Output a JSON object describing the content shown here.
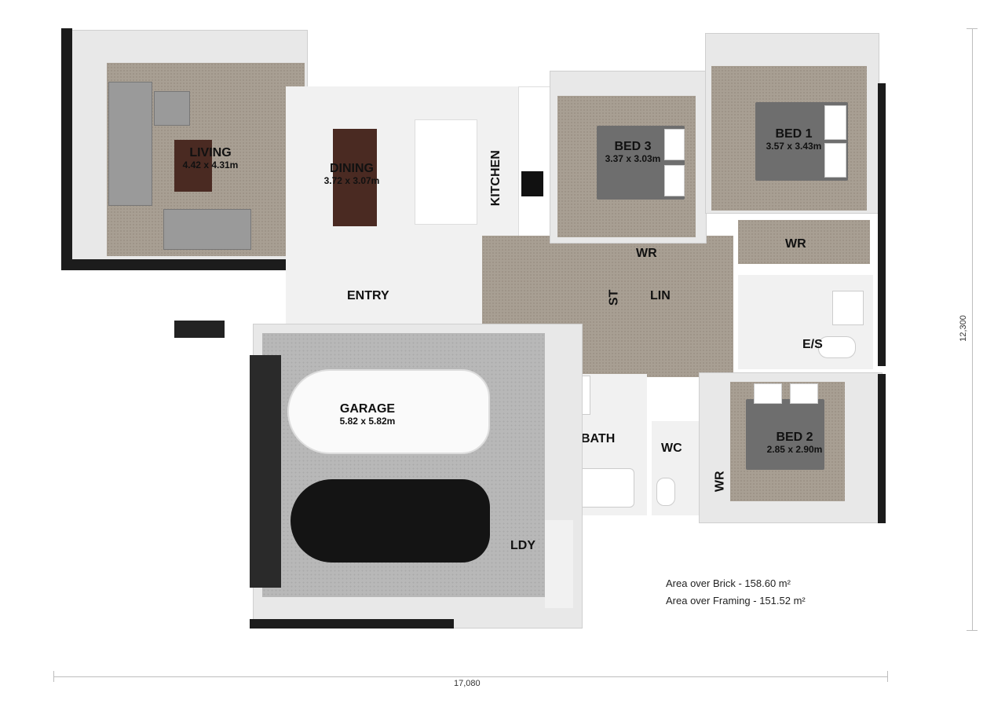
{
  "rooms": {
    "living": {
      "name": "LIVING",
      "dim": "4.42 x 4.31m"
    },
    "dining": {
      "name": "DINING",
      "dim": "3.72 x 3.07m"
    },
    "kitchen": {
      "name": "KITCHEN"
    },
    "entry": {
      "name": "ENTRY"
    },
    "bed3": {
      "name": "BED 3",
      "dim": "3.37 x 3.03m"
    },
    "bed1": {
      "name": "BED 1",
      "dim": "3.57 x 3.43m"
    },
    "bed2": {
      "name": "BED 2",
      "dim": "2.85 x 2.90m"
    },
    "garage": {
      "name": "GARAGE",
      "dim": "5.82 x 5.82m"
    },
    "wr_bed3": {
      "name": "WR"
    },
    "wr_bed1": {
      "name": "WR"
    },
    "wr_bed2": {
      "name": "WR"
    },
    "st": {
      "name": "ST"
    },
    "lin": {
      "name": "LIN"
    },
    "es": {
      "name": "E/S"
    },
    "bath": {
      "name": "BATH"
    },
    "wc": {
      "name": "WC"
    },
    "ldy": {
      "name": "LDY"
    }
  },
  "areas": {
    "brick": "Area over Brick -   158.60 m²",
    "framing": "Area over Framing - 151.52 m²"
  },
  "dimensions": {
    "width": "17,080",
    "height": "12,300"
  }
}
